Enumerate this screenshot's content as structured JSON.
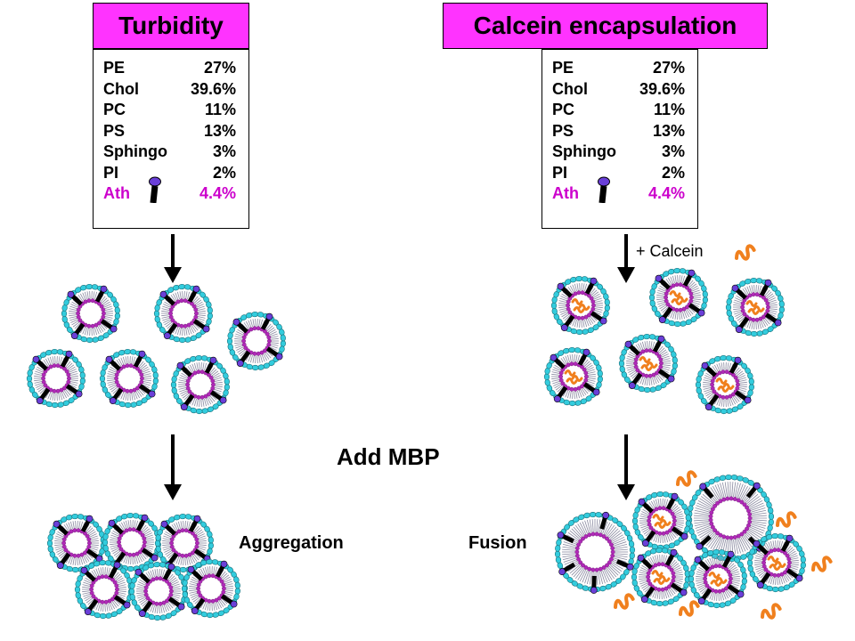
{
  "left_panel": {
    "title": "Turbidity",
    "composition": [
      {
        "name": "PE",
        "value": "27%"
      },
      {
        "name": "Chol",
        "value": "39.6%"
      },
      {
        "name": "PC",
        "value": "11%"
      },
      {
        "name": "PS",
        "value": "13%"
      },
      {
        "name": "Sphingo",
        "value": "3%"
      },
      {
        "name": "PI",
        "value": "2%"
      },
      {
        "name": "Ath",
        "value": "4.4%"
      }
    ],
    "outcome_label": "Aggregation"
  },
  "right_panel": {
    "title": "Calcein encapsulation",
    "composition": [
      {
        "name": "PE",
        "value": "27%"
      },
      {
        "name": "Chol",
        "value": "39.6%"
      },
      {
        "name": "PC",
        "value": "11%"
      },
      {
        "name": "PS",
        "value": "13%"
      },
      {
        "name": "Sphingo",
        "value": "3%"
      },
      {
        "name": "PI",
        "value": "2%"
      },
      {
        "name": "Ath",
        "value": "4.4%"
      }
    ],
    "calcein_label": "+ Calcein",
    "outcome_label": "Fusion"
  },
  "center_label": "Add MBP",
  "colors": {
    "title_bg": "#ff33ff",
    "ath_text": "#cc00cc",
    "head_cyan": "#33ccdd",
    "inner_ring": "#b02ab8",
    "calcein_orange": "#f0801e",
    "ath_purple": "#6a3fd8"
  },
  "icons": {
    "ath": "athenolide-molecule-icon",
    "calcein": "calcein-squiggle-icon",
    "vesicle": "liposome-icon",
    "arrow": "down-arrow-icon"
  }
}
